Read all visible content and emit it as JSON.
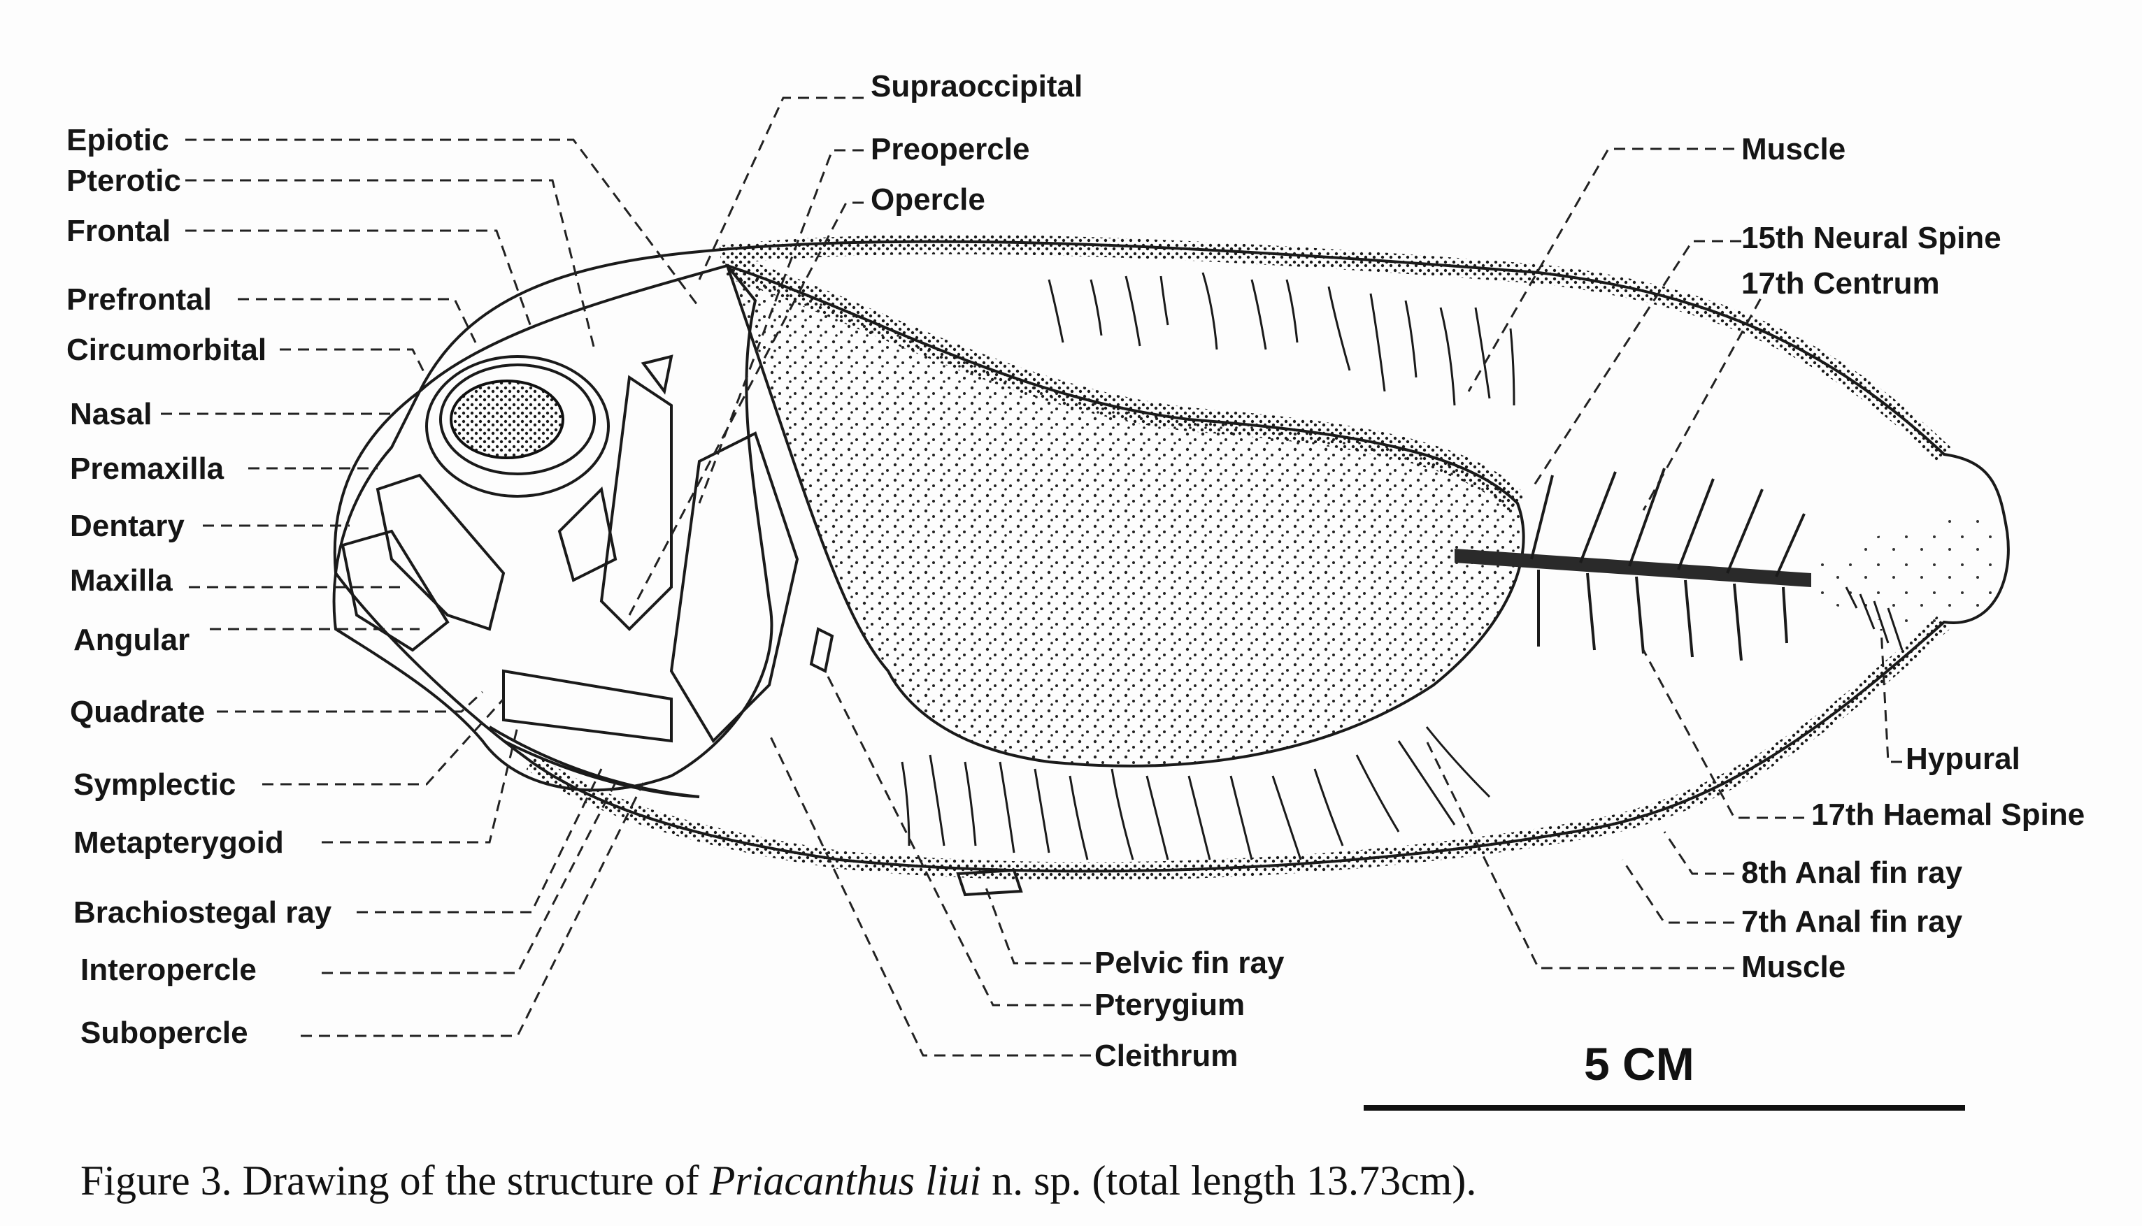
{
  "figure": {
    "caption": {
      "prefix": "Figure 3. Drawing of the structure of ",
      "species": "Priacanthus liui",
      "suffix": " n. sp. (total length 13.73cm)."
    },
    "scale_bar": {
      "label": "5 CM"
    },
    "labels": {
      "epiotic": "Epiotic",
      "pterotic": "Pterotic",
      "frontal": "Frontal",
      "prefrontal": "Prefrontal",
      "circumorbital": "Circumorbital",
      "nasal": "Nasal",
      "premaxilla": "Premaxilla",
      "dentary": "Dentary",
      "maxilla": "Maxilla",
      "angular": "Angular",
      "quadrate": "Quadrate",
      "symplectic": "Symplectic",
      "metapterygoid": "Metapterygoid",
      "brachiostegal_ray": "Brachiostegal ray",
      "interopercle": "Interopercle",
      "subopercle": "Subopercle",
      "supraoccipital": "Supraoccipital",
      "preopercle": "Preopercle",
      "opercle": "Opercle",
      "pelvic_fin_ray": "Pelvic fin ray",
      "pterygium": "Pterygium",
      "cleithrum": "Cleithrum",
      "muscle_top": "Muscle",
      "neural_spine_15": "15th Neural Spine",
      "centrum_17": "17th Centrum",
      "hypural": "Hypural",
      "haemal_spine_17": "17th Haemal Spine",
      "anal_fin_ray_8": "8th Anal fin ray",
      "anal_fin_ray_7": "7th Anal fin ray",
      "muscle_bottom": "Muscle"
    }
  }
}
